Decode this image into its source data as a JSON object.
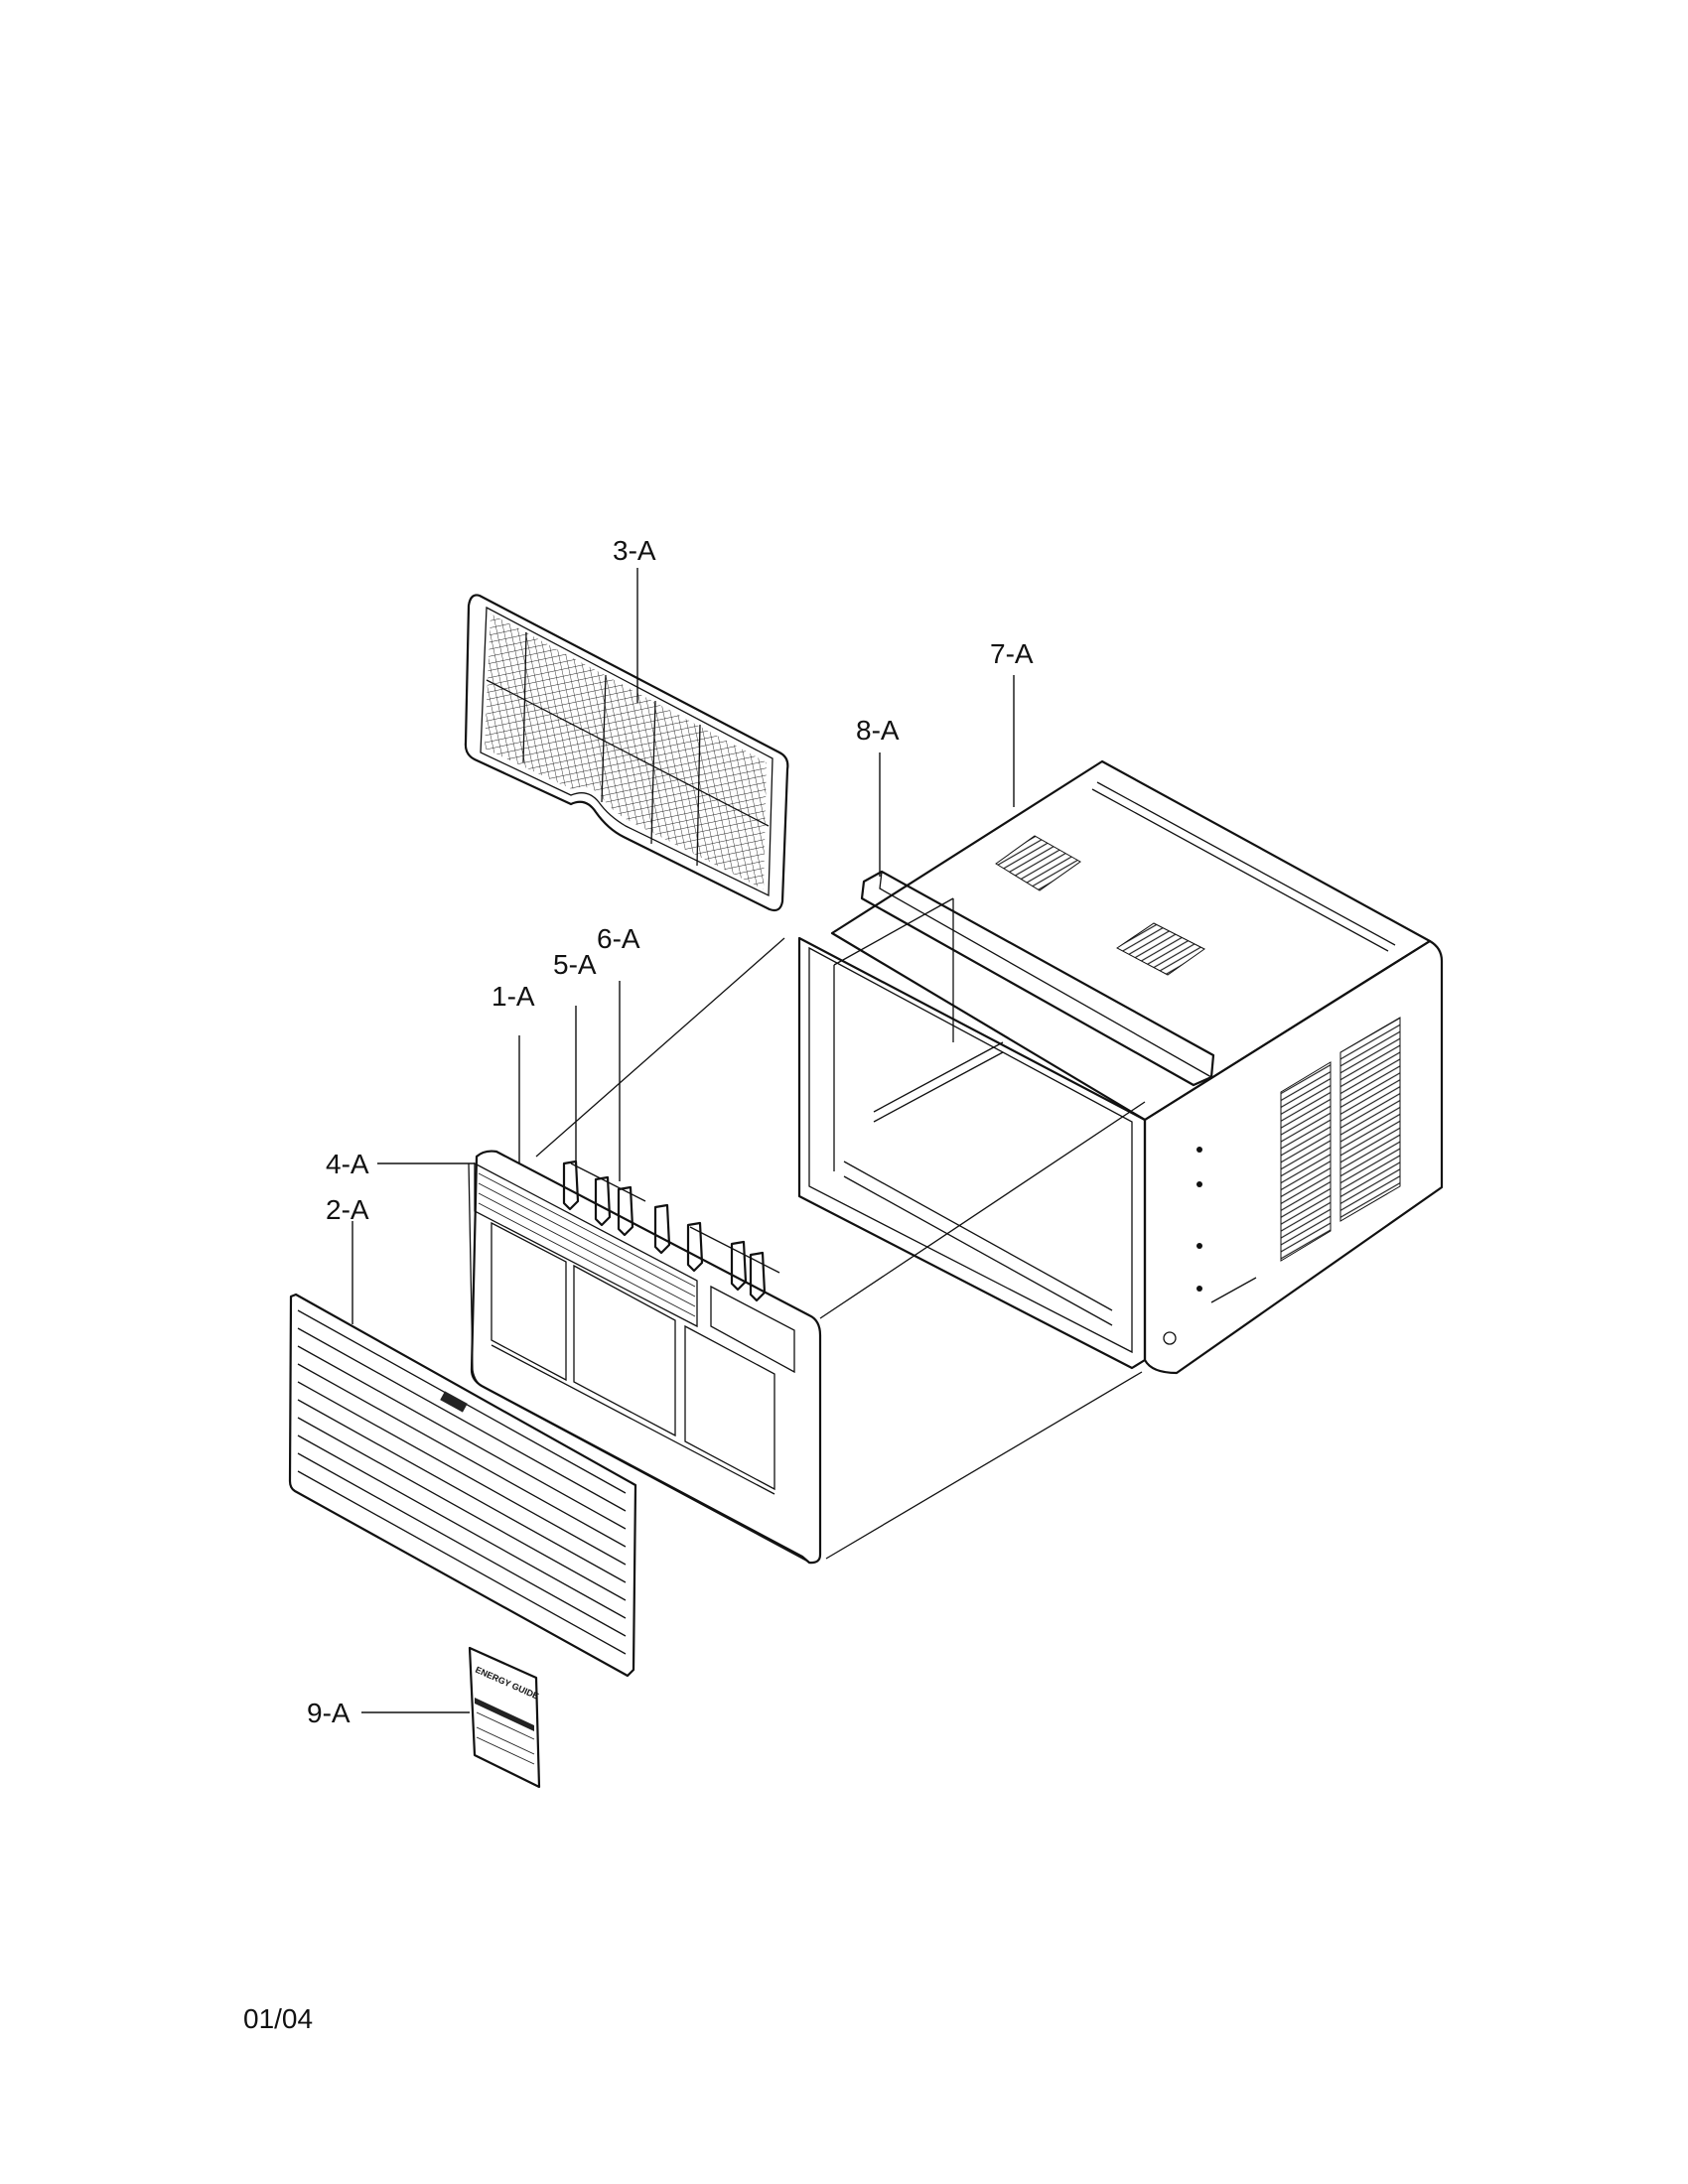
{
  "diagram": {
    "callouts": {
      "part_1a": "1-A",
      "part_2a": "2-A",
      "part_3a": "3-A",
      "part_4a": "4-A",
      "part_5a": "5-A",
      "part_6a": "6-A",
      "part_7a": "7-A",
      "part_8a": "8-A",
      "part_9a": "9-A"
    },
    "label_brand": "ENERGY GUIDE"
  },
  "footer": {
    "code": "01/04"
  }
}
